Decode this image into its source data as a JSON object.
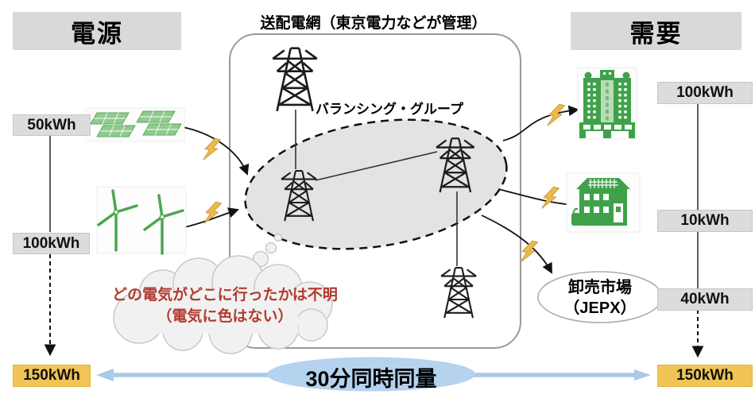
{
  "headers": {
    "source": "電源",
    "demand": "需要"
  },
  "grid": {
    "title": "送配電網（東京電力などが管理）",
    "balancing_group": "バランシング・グループ"
  },
  "supply": {
    "solar": "50kWh",
    "wind": "100kWh",
    "total": "150kWh"
  },
  "load": {
    "office": "100kWh",
    "apartment": "10kWh",
    "market": "40kWh",
    "total": "150kWh"
  },
  "market": {
    "name": "卸売市場",
    "abbr": "（JEPX）"
  },
  "note": {
    "line1": "どの電気がどこに行ったかは不明",
    "line2": "（電気に色はない）"
  },
  "banner": {
    "label": "30分同時同量"
  },
  "icons": {
    "solar": "solar-panel-icon",
    "wind": "wind-turbine-icon",
    "tower": "transmission-tower-icon",
    "office": "office-building-icon",
    "apartment": "apartment-building-icon",
    "bolt": "lightning-bolt-icon",
    "cloud": "thought-cloud"
  },
  "colors": {
    "header_gray": "#d9d9d9",
    "value_gray": "#dcdcdc",
    "total_orange": "#f0c455",
    "ellipse_gray": "#e3e3e3",
    "green": "#3fa24a",
    "bolt_orange": "#ecb94e",
    "sync_blue": "#abc9e9",
    "banner_blue": "#b5d2ee",
    "note_red": "#b23b2f"
  }
}
